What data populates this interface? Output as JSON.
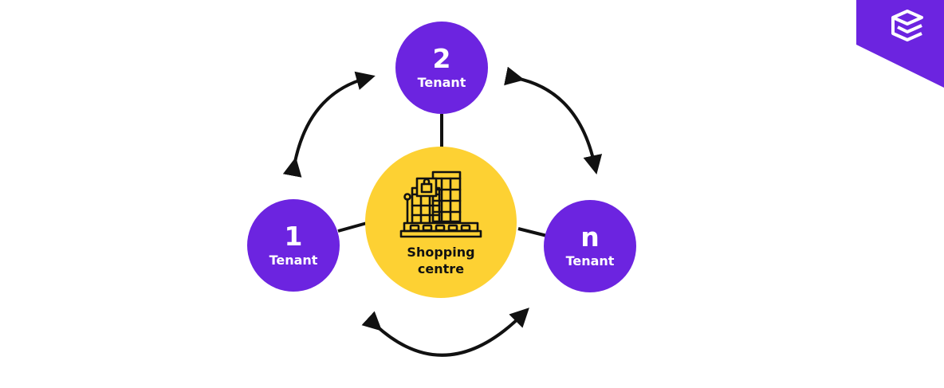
{
  "diagram": {
    "center": {
      "label": "Shopping\ncentre",
      "icon": "shopping-centre-building-icon"
    },
    "tenants": [
      {
        "number": "1",
        "label": "Tenant"
      },
      {
        "number": "2",
        "label": "Tenant"
      },
      {
        "number": "n",
        "label": "Tenant"
      }
    ],
    "colors": {
      "tenant": "#6c24e0",
      "center": "#fdd133",
      "arrow": "#111111",
      "badge": "#6c24e0"
    }
  },
  "brand": {
    "icon": "layered-stack-logo-icon"
  }
}
